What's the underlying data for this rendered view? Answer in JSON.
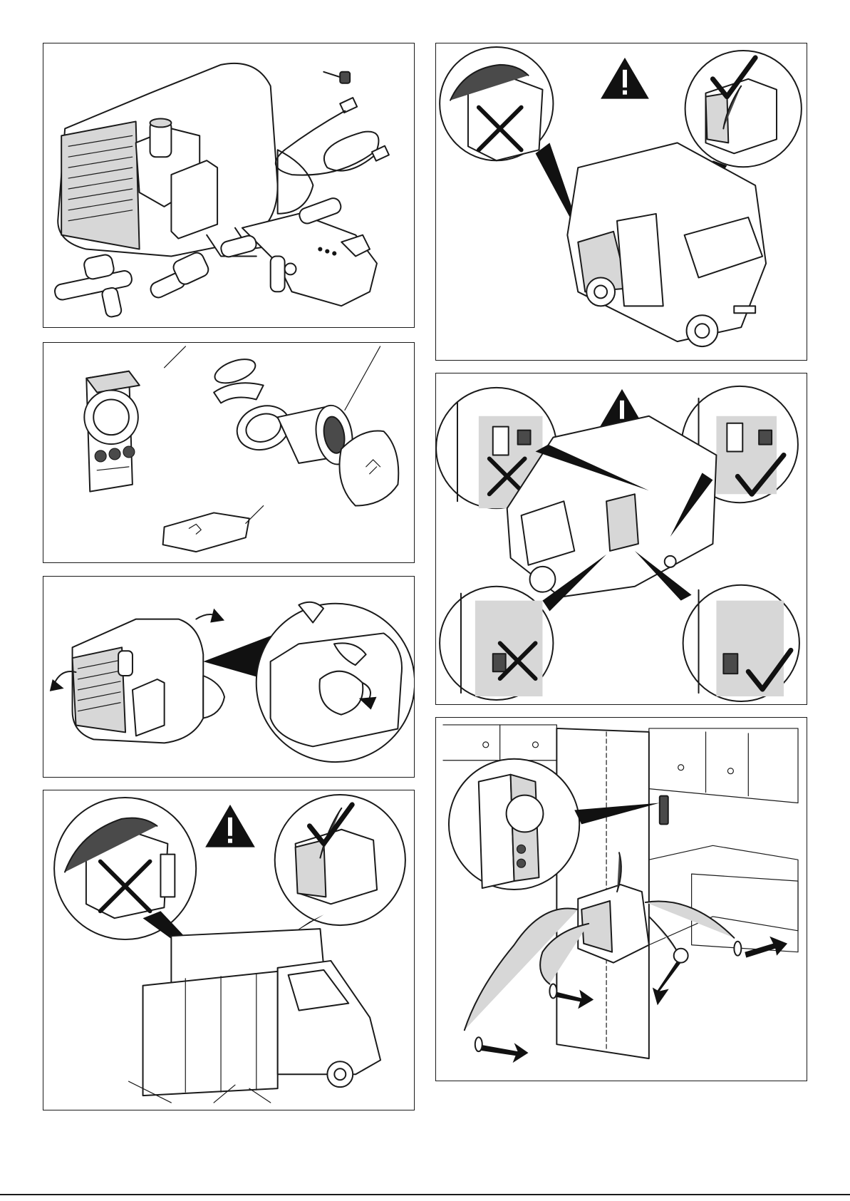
{
  "document": {
    "footer_code": "",
    "colors": {
      "ink": "#1a1a1a",
      "shade": "#d7d7d7",
      "dark": "#4a4a4a",
      "paper": "#ffffff"
    }
  },
  "panels": [
    {
      "id": "scope-of-delivery-heater",
      "icons": [
        "heater-unit-icon",
        "screw-icon",
        "connection-cable-icon",
        "t-piece-icon",
        "hose-adapter-icon",
        "valve-block-icon"
      ]
    },
    {
      "id": "scope-of-delivery-control",
      "icons": [
        "control-panel-icon",
        "hose-clamp-icon",
        "flue-gas-outlet-icon",
        "cover-cap-icon",
        "fuse-holder-icon"
      ]
    },
    {
      "id": "mounting-orientation",
      "icons": [
        "heater-unit-icon",
        "rotate-arrow-icon",
        "hand-icon"
      ]
    },
    {
      "id": "installation-awning-warning",
      "icons": [
        "warning-icon",
        "wrong-cross-icon",
        "correct-check-icon",
        "motorhome-awning-icon"
      ]
    },
    {
      "id": "installation-van-warning",
      "icons": [
        "warning-icon",
        "wrong-cross-icon",
        "correct-check-icon",
        "van-icon"
      ]
    },
    {
      "id": "outlet-distance-warning",
      "icons": [
        "warning-icon",
        "wrong-cross-icon",
        "correct-check-icon",
        "motorhome-icon"
      ]
    },
    {
      "id": "interior-installation-overview",
      "icons": [
        "control-panel-icon",
        "heater-unit-icon",
        "air-duct-icon",
        "air-outlet-arrow-icon"
      ]
    }
  ]
}
